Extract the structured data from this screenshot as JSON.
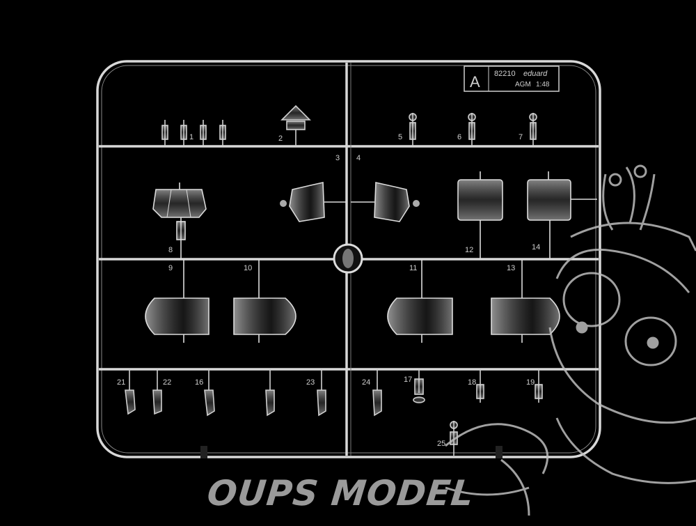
{
  "sprue_tag": {
    "letter": "A",
    "kit_number": "82210",
    "brand": "eduard",
    "material": "AGM",
    "scale": "1:48"
  },
  "part_numbers": [
    "1",
    "2",
    "3",
    "4",
    "5",
    "6",
    "7",
    "8",
    "9",
    "10",
    "11",
    "12",
    "13",
    "14",
    "16",
    "17",
    "18",
    "19",
    "21",
    "22",
    "23",
    "24",
    "25"
  ],
  "watermark": {
    "text": "OUPS MODEL",
    "logo_icon": "mascot-face-icon"
  },
  "colors": {
    "background": "#000000",
    "sprue": "#d8d8d8",
    "watermark": "#9a9a9a"
  }
}
